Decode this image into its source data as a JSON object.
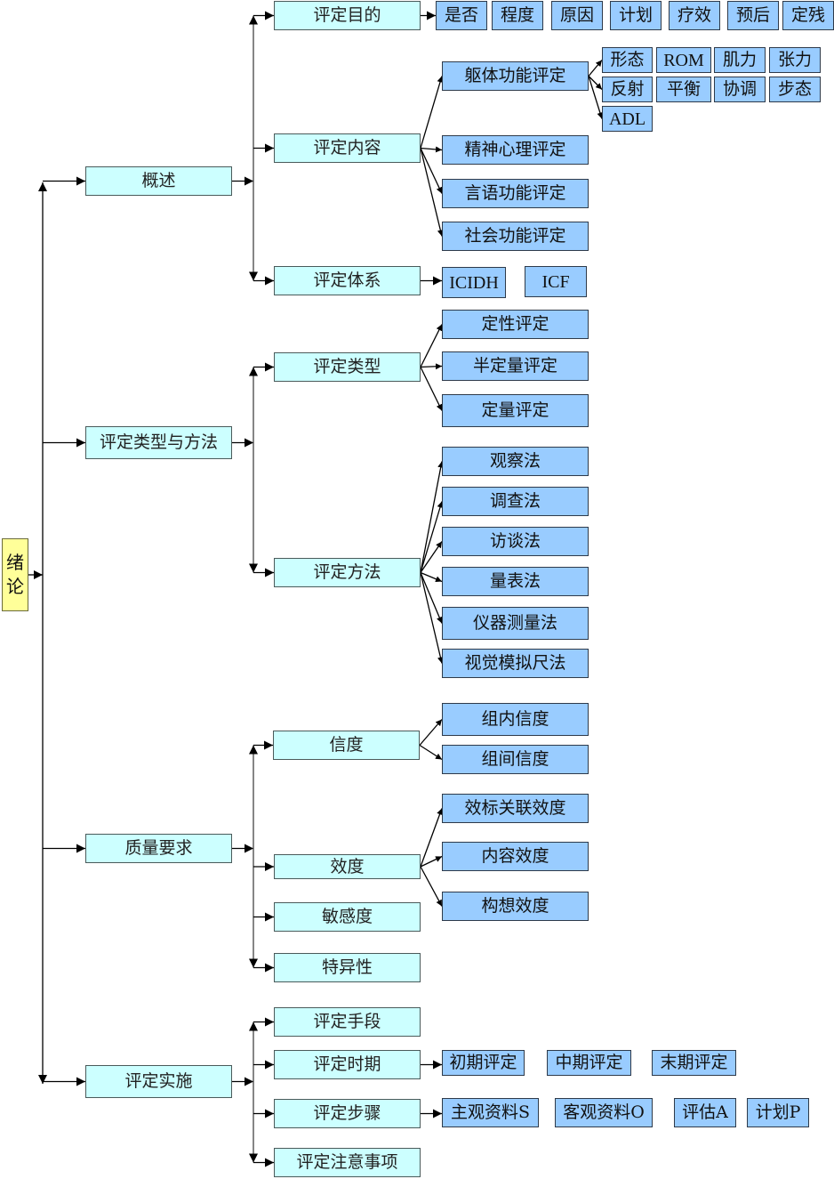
{
  "diagram": {
    "root": {
      "label": "绪论",
      "chars": [
        "绪",
        "论"
      ]
    },
    "colors": {
      "root_fill": "#ffff99",
      "level_fill": "#ccffff",
      "leaf_fill": "#99ccff",
      "line": "#000000"
    },
    "sections": [
      {
        "label": "概述",
        "children": [
          {
            "label": "评定目的",
            "items": [
              "是否",
              "程度",
              "原因",
              "计划",
              "疗效",
              "预后",
              "定残"
            ]
          },
          {
            "label": "评定内容",
            "items": [
              {
                "label": "躯体功能评定",
                "items": [
                  "形态",
                  "ROM",
                  "肌力",
                  "张力",
                  "反射",
                  "平衡",
                  "协调",
                  "步态",
                  "ADL"
                ]
              },
              {
                "label": "精神心理评定"
              },
              {
                "label": "言语功能评定"
              },
              {
                "label": "社会功能评定"
              }
            ]
          },
          {
            "label": "评定体系",
            "items": [
              "ICIDH",
              "ICF"
            ]
          }
        ]
      },
      {
        "label": "评定类型与方法",
        "children": [
          {
            "label": "评定类型",
            "items": [
              "定性评定",
              "半定量评定",
              "定量评定"
            ]
          },
          {
            "label": "评定方法",
            "items": [
              "观察法",
              "调查法",
              "访谈法",
              "量表法",
              "仪器测量法",
              "视觉模拟尺法"
            ]
          }
        ]
      },
      {
        "label": "质量要求",
        "children": [
          {
            "label": "信度",
            "items": [
              "组内信度",
              "组间信度"
            ]
          },
          {
            "label": "效度",
            "items": [
              "效标关联效度",
              "内容效度",
              "构想效度"
            ]
          },
          {
            "label": "敏感度",
            "items": []
          },
          {
            "label": "特异性",
            "items": []
          }
        ]
      },
      {
        "label": "评定实施",
        "children": [
          {
            "label": "评定手段",
            "items": []
          },
          {
            "label": "评定时期",
            "items": [
              "初期评定",
              "中期评定",
              "末期评定"
            ]
          },
          {
            "label": "评定步骤",
            "items": [
              "主观资料S",
              "客观资料O",
              "评估A",
              "计划P"
            ]
          },
          {
            "label": "评定注意事项",
            "items": []
          }
        ]
      }
    ]
  }
}
